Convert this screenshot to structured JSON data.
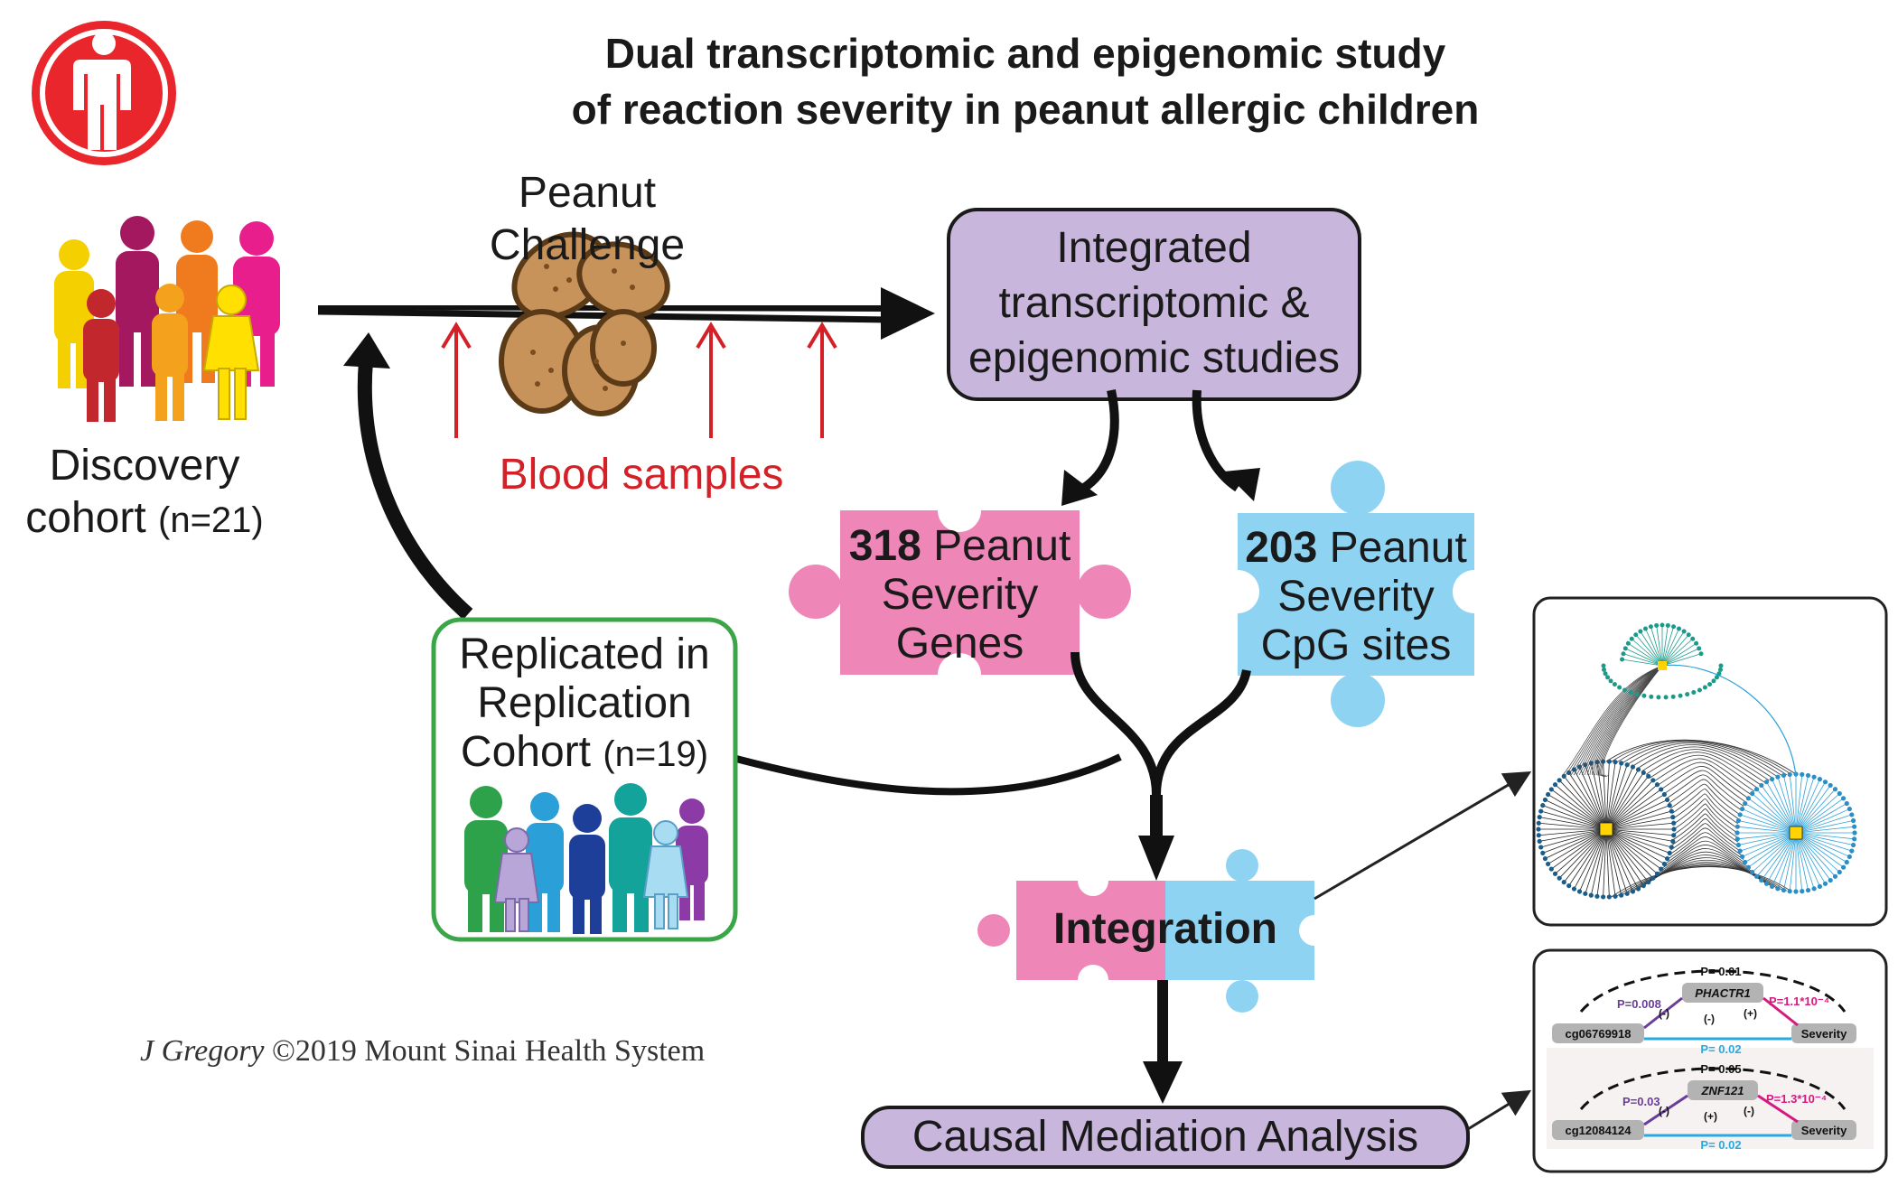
{
  "title": {
    "line1": "Dual transcriptomic and epigenomic study",
    "line2": "of reaction severity in peanut allergic children"
  },
  "challenge": {
    "line1": "Peanut",
    "line2": "Challenge"
  },
  "blood_samples": "Blood samples",
  "discovery": {
    "line1": "Discovery",
    "line2": "cohort",
    "n": "(n=21)"
  },
  "integrated": {
    "line1": "Integrated",
    "line2": "transcriptomic &",
    "line3": "epigenomic studies"
  },
  "genes": {
    "count": "318",
    "line1": "Peanut",
    "line2": "Severity",
    "line3": "Genes"
  },
  "cpg": {
    "count": "203",
    "line1": "Peanut",
    "line2": "Severity",
    "line3": "CpG sites"
  },
  "replicated": {
    "line1": "Replicated in",
    "line2": "Replication",
    "line3": "Cohort",
    "n": "(n=19)"
  },
  "integration": "Integration",
  "causal": "Causal Mediation Analysis",
  "credit": {
    "author": "J Gregory",
    "rest": " ©2019 Mount Sinai Health System"
  },
  "mediation": [
    {
      "p_top": "P= 0.01",
      "gene": "PHACTR1",
      "cpg": "cg06769918",
      "outcome": "Severity",
      "p_left": "P=0.008",
      "p_right": "P=1.1*10⁻⁴",
      "p_bottom": "P= 0.02",
      "sign1": "(-)",
      "sign2": "(-)",
      "sign3": "(+)"
    },
    {
      "p_top": "P= 0.05",
      "gene": "ZNF121",
      "cpg": "cg12084124",
      "outcome": "Severity",
      "p_left": "P=0.03",
      "p_right": "P=1.3*10⁻⁴",
      "p_bottom": "P= 0.02",
      "sign1": "(-)",
      "sign2": "(+)",
      "sign3": "(-)"
    }
  ],
  "colors": {
    "pink": "#ee87b8",
    "blue": "#8fd3f3",
    "purple": "#c9b6dd",
    "red": "#d42027",
    "green": "#3ba648",
    "peanut": "#c8935a"
  }
}
